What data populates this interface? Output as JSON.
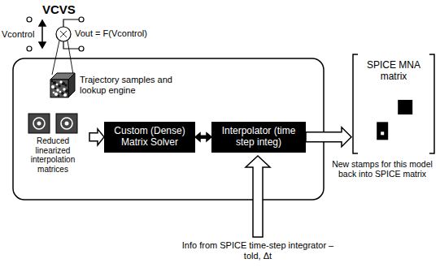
{
  "diagram": {
    "nodes": [
      {
        "text": [
          "Trajectory samples and lookup engine"
        ]
      },
      {
        "text": [
          "Reduced linearized interpolation matrices"
        ]
      },
      {
        "text": [
          "Custom (Dense) Matrix Solver"
        ]
      },
      {
        "text": [
          "Interpolator (time step integ)"
        ]
      },
      {
        "text": [
          "SPICE MNA matrix"
        ]
      }
    ],
    "edges": [
      {
        "from": 1,
        "to": 2,
        "arrow": "to"
      },
      {
        "from": 2,
        "to": 3,
        "arrow": "both"
      },
      {
        "from": 3,
        "to": 4,
        "arrow": "to"
      }
    ],
    "labels": [
      "VCVS",
      "Vcontrol",
      "Vout = F(Vcontrol)",
      "New stamps for this model back into SPICE matrix",
      "Info from SPICE time-step integrator – told, Δt"
    ]
  }
}
